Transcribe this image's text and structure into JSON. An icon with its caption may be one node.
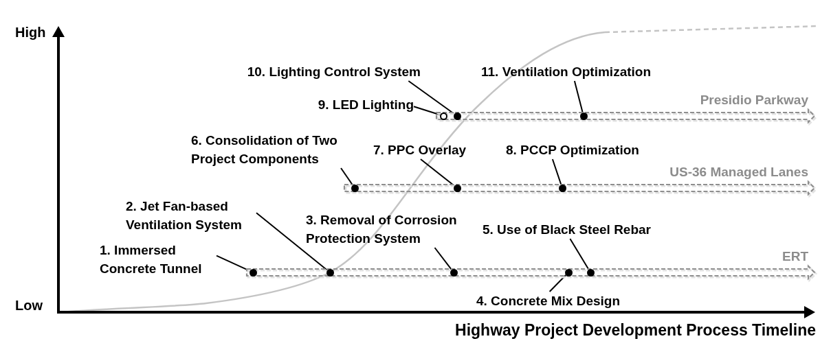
{
  "diagram": {
    "nodes": [
      {
        "text": [
          "Presidio Parkway"
        ]
      },
      {
        "text": [
          "US-36 Managed Lanes"
        ]
      },
      {
        "text": [
          "ERT"
        ]
      },
      {
        "text": [
          "1. Immersed Concrete Tunnel"
        ]
      },
      {
        "text": [
          "2. Jet Fan-based Ventilation System"
        ]
      },
      {
        "text": [
          "3. Removal of Corrosion Protection System"
        ]
      },
      {
        "text": [
          "4. Concrete Mix Design"
        ]
      },
      {
        "text": [
          "5. Use of Black Steel Rebar"
        ]
      },
      {
        "text": [
          "6. Consolidation of Two Project Components"
        ]
      },
      {
        "text": [
          "7. PPC Overlay"
        ]
      },
      {
        "text": [
          "8. PCCP Optimization"
        ]
      },
      {
        "text": [
          "9. LED Lighting"
        ]
      },
      {
        "text": [
          "10. Lighting Control System"
        ]
      },
      {
        "text": [
          "11. Ventilation Optimization"
        ]
      },
      {
        "text": [],
        "shape": "circle",
        "in": 2
      },
      {
        "text": [],
        "shape": "circle",
        "in": 2
      },
      {
        "text": [],
        "shape": "circle",
        "in": 2
      },
      {
        "text": [],
        "shape": "circle",
        "in": 2
      },
      {
        "text": [],
        "shape": "circle",
        "in": 2
      },
      {
        "text": [],
        "shape": "circle",
        "in": 1
      },
      {
        "text": [],
        "shape": "circle",
        "in": 1
      },
      {
        "text": [],
        "shape": "circle",
        "in": 1
      },
      {
        "text": [],
        "shape": "ring",
        "in": 0
      },
      {
        "text": [],
        "shape": "circle",
        "in": 0
      },
      {
        "text": [],
        "shape": "circle",
        "in": 0
      }
    ],
    "edges": [
      {
        "from": 3,
        "to": 14,
        "arrow": "none"
      },
      {
        "from": 4,
        "to": 15,
        "arrow": "none"
      },
      {
        "from": 5,
        "to": 16,
        "arrow": "none"
      },
      {
        "from": 6,
        "to": 17,
        "arrow": "none"
      },
      {
        "from": 7,
        "to": 18,
        "arrow": "none"
      },
      {
        "from": 8,
        "to": 19,
        "arrow": "none"
      },
      {
        "from": 9,
        "to": 20,
        "arrow": "none"
      },
      {
        "from": 10,
        "to": 21,
        "arrow": "none"
      },
      {
        "from": 11,
        "to": 22,
        "arrow": "none"
      },
      {
        "from": 12,
        "to": 23,
        "arrow": "none"
      },
      {
        "from": 13,
        "to": 24,
        "arrow": "none"
      }
    ],
    "labels": [
      "High",
      "Low",
      "Highway Project Development Process Timeline"
    ]
  }
}
